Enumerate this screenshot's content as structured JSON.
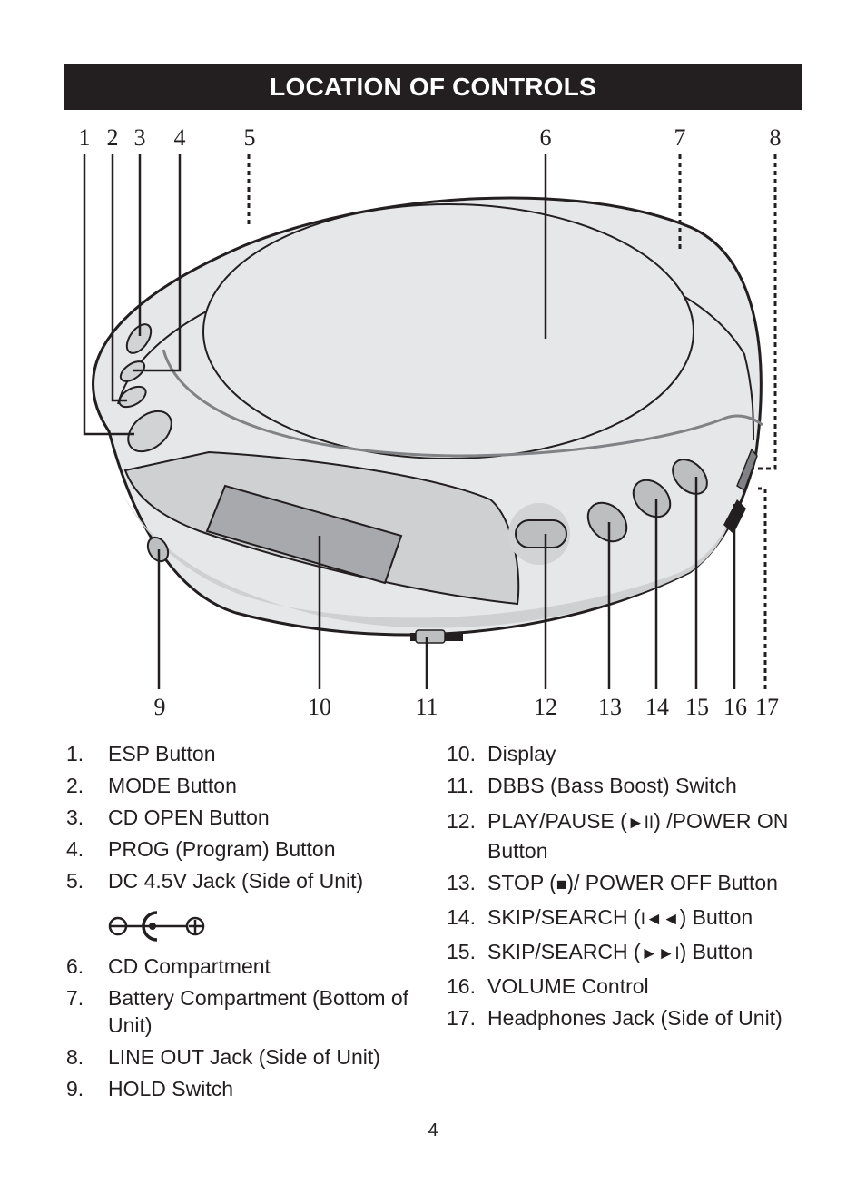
{
  "header": {
    "title": "LOCATION OF CONTROLS"
  },
  "diagram": {
    "callouts_top": [
      "1",
      "2",
      "3",
      "4",
      "5",
      "6",
      "7",
      "8"
    ],
    "callouts_bottom": [
      "9",
      "10",
      "11",
      "12",
      "13",
      "14",
      "15",
      "16",
      "17"
    ]
  },
  "controls_left": [
    {
      "num": "1.",
      "label": "ESP Button"
    },
    {
      "num": "2.",
      "label": "MODE Button"
    },
    {
      "num": "3.",
      "label": "CD OPEN Button"
    },
    {
      "num": "4.",
      "label": "PROG (Program) Button"
    },
    {
      "num": "5.",
      "label": "DC 4.5V Jack (Side of Unit)"
    },
    {
      "num": "6.",
      "label": "CD Compartment"
    },
    {
      "num": "7.",
      "label": "Battery Compartment (Bottom of Unit)"
    },
    {
      "num": "8.",
      "label": "LINE OUT Jack (Side of Unit)"
    },
    {
      "num": "9.",
      "label": "HOLD Switch"
    }
  ],
  "controls_right": [
    {
      "num": "10.",
      "label": "Display"
    },
    {
      "num": "11.",
      "label": "DBBS (Bass Boost) Switch"
    },
    {
      "num": "12.",
      "label_pre": "PLAY/PAUSE (",
      "glyph": "►II",
      "label_post": ") /POWER ON Button"
    },
    {
      "num": "13.",
      "label_pre": "STOP (",
      "glyph": "■",
      "label_post": ")/ POWER OFF Button"
    },
    {
      "num": "14.",
      "label_pre": "SKIP/SEARCH (",
      "glyph": "I◄◄",
      "label_post": ") Button"
    },
    {
      "num": "15.",
      "label_pre": "SKIP/SEARCH (",
      "glyph": "►►I",
      "label_post": ") Button"
    },
    {
      "num": "16.",
      "label": "VOLUME Control"
    },
    {
      "num": "17.",
      "label": "Headphones Jack (Side of Unit)"
    }
  ],
  "page_number": "4",
  "colors": {
    "ink": "#231f20",
    "body_fill": "#e6e7e8",
    "panel_fill": "#cfd0d2",
    "display_fill": "#a7a9ac"
  }
}
